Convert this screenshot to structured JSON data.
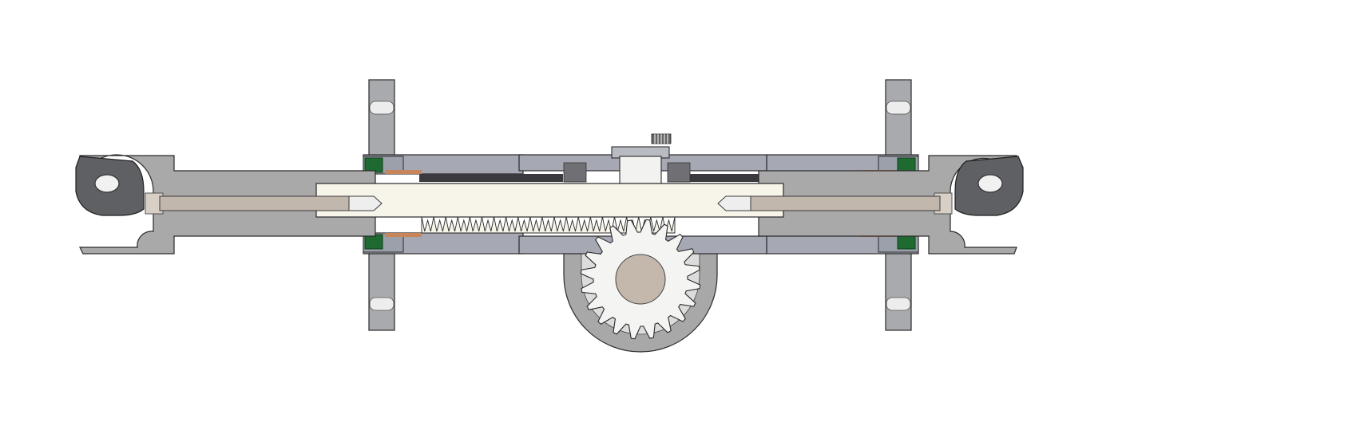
{
  "diagram": {
    "kind": "rack-and-pinion-cross-section",
    "labels": [],
    "colors": {
      "background": "#ffffff",
      "housing": "#a6a9b4",
      "housing_dark": "#8d909a",
      "rod_end": "#a9a9aa",
      "eye_face": "#5f6064",
      "piston_rod": "#c2b7ad",
      "rack": "#f7f4ea",
      "gear_web": "#f4f4f2",
      "gear_hub": "#c4b7ab",
      "gear_housing": "#a8a8a8",
      "seal": "#1f6a30",
      "bushing": "#c9855a",
      "outline": "#2a2a2a"
    },
    "pinion": {
      "teeth": 20
    },
    "rack": {
      "teeth": 21
    }
  }
}
